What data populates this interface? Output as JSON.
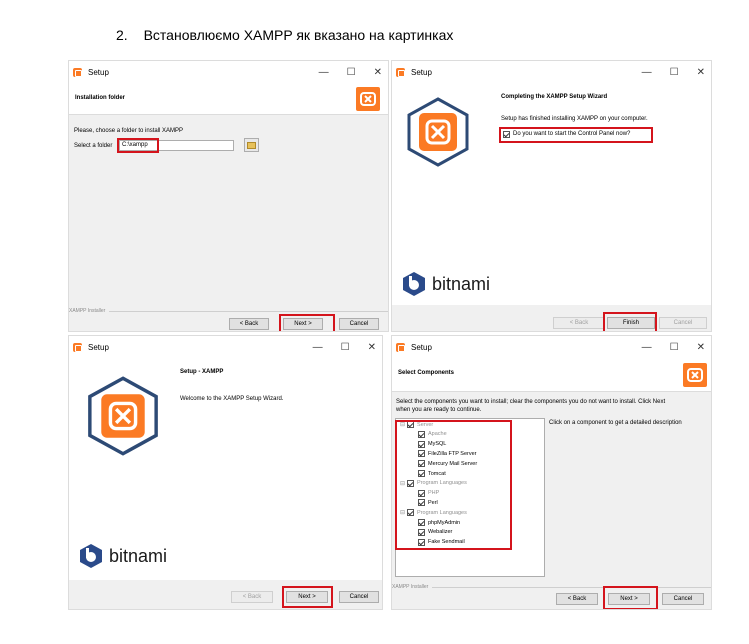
{
  "heading": {
    "number": "2.",
    "text": "Встановлюємо XAMPP як вказано на картинках"
  },
  "colors": {
    "accent": "#fb7a24",
    "highlight": "#d4141c",
    "bitnami_blue": "#2a4a8a"
  },
  "win1": {
    "title": "Setup",
    "header": "Installation folder",
    "prompt": "Please, choose a folder to install XAMPP",
    "folder_label": "Select a folder",
    "folder_value": "C:\\xampp",
    "footer": "XAMPP Installer",
    "back": "< Back",
    "next": "Next >",
    "cancel": "Cancel"
  },
  "win2": {
    "title": "Setup",
    "header": "Completing the XAMPP Setup Wizard",
    "finished": "Setup has finished installing XAMPP on your computer.",
    "checkbox_label": "Do you want to start the Control Panel now?",
    "brand": "bitnami",
    "back": "< Back",
    "finish": "Finish",
    "cancel": "Cancel"
  },
  "win3": {
    "title": "Setup",
    "header": "Setup - XAMPP",
    "welcome": "Welcome to the XAMPP Setup Wizard.",
    "brand": "bitnami",
    "back": "< Back",
    "next": "Next >",
    "cancel": "Cancel"
  },
  "win4": {
    "title": "Setup",
    "header": "Select Components",
    "instructions_1": "Select the components you want to install; clear the components you do not want to install. Click Next",
    "instructions_2": "when you are ready to continue.",
    "description": "Click on a component to get a detailed description",
    "tree": [
      {
        "label": "Server",
        "level": 0,
        "grey": true
      },
      {
        "label": "Apache",
        "level": 1,
        "grey": true
      },
      {
        "label": "MySQL",
        "level": 1,
        "grey": false
      },
      {
        "label": "FileZilla FTP Server",
        "level": 1,
        "grey": false
      },
      {
        "label": "Mercury Mail Server",
        "level": 1,
        "grey": false
      },
      {
        "label": "Tomcat",
        "level": 1,
        "grey": false
      },
      {
        "label": "Program Languages",
        "level": 0,
        "grey": true
      },
      {
        "label": "PHP",
        "level": 1,
        "grey": true
      },
      {
        "label": "Perl",
        "level": 1,
        "grey": false
      },
      {
        "label": "Program Languages",
        "level": 0,
        "grey": true
      },
      {
        "label": "phpMyAdmin",
        "level": 1,
        "grey": false
      },
      {
        "label": "Webalizer",
        "level": 1,
        "grey": false
      },
      {
        "label": "Fake Sendmail",
        "level": 1,
        "grey": false
      }
    ],
    "footer": "XAMPP Installer",
    "back": "< Back",
    "next": "Next >",
    "cancel": "Cancel"
  }
}
